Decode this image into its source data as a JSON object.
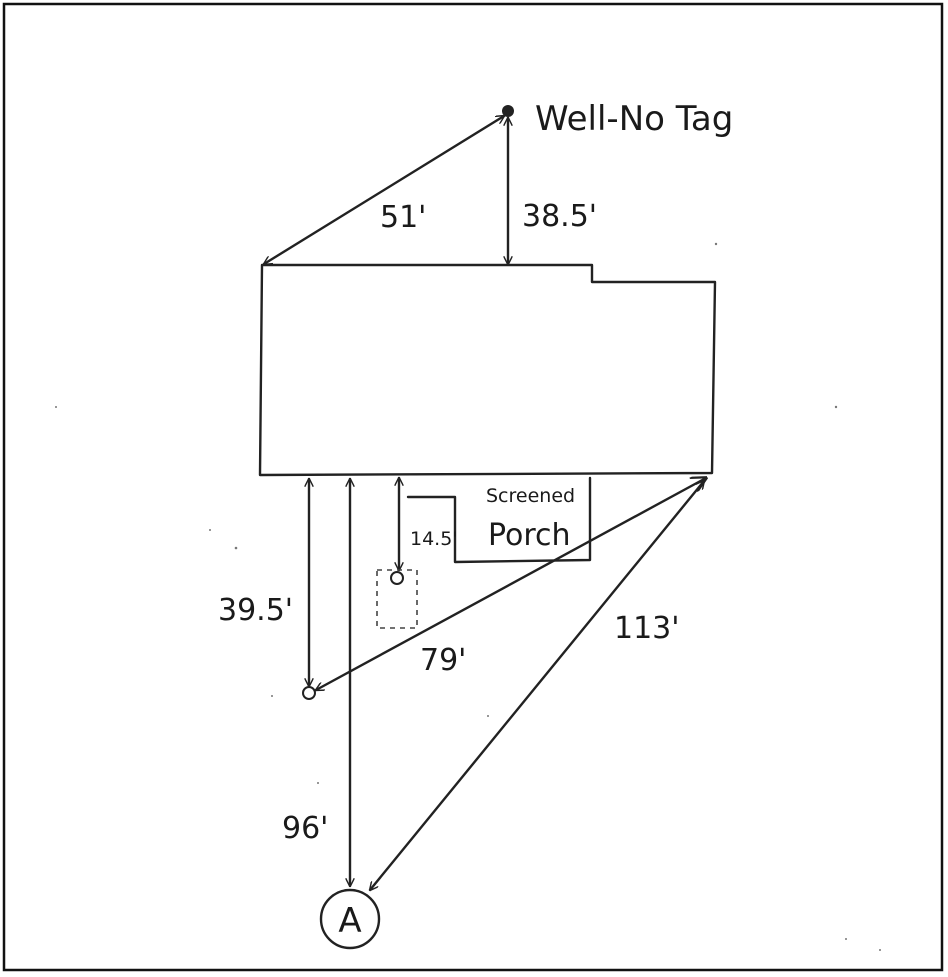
{
  "well_label": "Well-No Tag",
  "dim_well_corner": "51'",
  "dim_well_house": "38.5'",
  "porch_label_line1": "Screened",
  "porch_label_line2": "Porch",
  "dim_porch_sep": "14.5'",
  "dim_sep_lower": "39.5'",
  "dim_diag_79": "79'",
  "dim_diag_113": "113'",
  "dim_to_a": "96'",
  "marker_a": "A"
}
